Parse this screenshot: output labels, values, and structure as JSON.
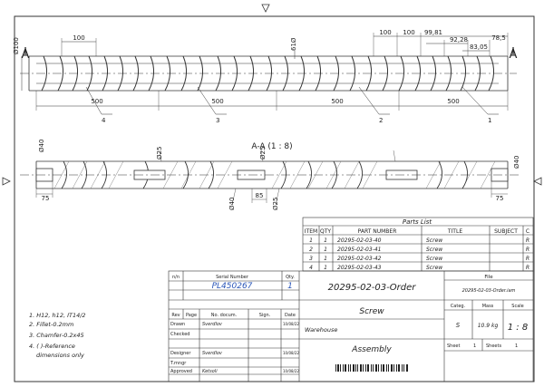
{
  "section_label": "A",
  "section_title": "A-A (1 : 8)",
  "top_dims": {
    "dia_left": "Ø100",
    "pitch_left": "100",
    "dia_mid": "61Ø",
    "right_a": "100",
    "right_b": "100",
    "right_c": "99,81",
    "right_d": "92,28",
    "right_e": "83,05",
    "right_f": "78,5",
    "len_1": "500",
    "len_2": "500",
    "len_3": "500",
    "len_4": "500"
  },
  "callouts": [
    "4",
    "3",
    "2",
    "1"
  ],
  "section_dims": {
    "d40_left": "Ø40",
    "d25_a": "Ø25",
    "d25_b": "Ø25",
    "d40_right": "Ø40",
    "d40_bottom": "Ø40",
    "l75_left": "75",
    "l85": "85",
    "d25_c": "Ø25",
    "l75_right": "75"
  },
  "parts_list": {
    "title": "Parts List",
    "headers": [
      "ITEM",
      "QTY",
      "PART NUMBER",
      "TITLE",
      "SUBJECT",
      "C"
    ],
    "rows": [
      {
        "item": "1",
        "qty": "1",
        "part": "20295-02-03-40",
        "title": "Screw",
        "c": "R"
      },
      {
        "item": "2",
        "qty": "1",
        "part": "20295-02-03-41",
        "title": "Screw",
        "c": "R"
      },
      {
        "item": "3",
        "qty": "1",
        "part": "20295-02-03-42",
        "title": "Screw",
        "c": "R"
      },
      {
        "item": "4",
        "qty": "1",
        "part": "20295-02-03-43",
        "title": "Screw",
        "c": "R"
      }
    ]
  },
  "notes": [
    "1. H12, h12, IT14/2",
    "2. Fillet-0.2mm",
    "3. Chamfer-0.2x45",
    "4. ( )-Reference",
    "dimensions only"
  ],
  "title_block": {
    "np_label": "n/n",
    "serial_label": "Serial Number",
    "qty_label": "Qty.",
    "serial_value": "PL450267",
    "qty_value": "1",
    "drawing_number": "20295-02-03-Order",
    "file_label": "File",
    "file_name": "20295-02-03-Order.iam",
    "rev_label": "Rev",
    "page_label": "Page",
    "doc_label": "No. docum.",
    "sign_label": "Sign.",
    "date_label": "Date",
    "drawn_label": "Drawn",
    "drawn_name": "Sverdlov",
    "drawn_date": "10/08/22",
    "checked_label": "Checked",
    "part_title": "Screw",
    "warehouse": "Warehouse",
    "categ_label": "Categ.",
    "mass_label": "Mass",
    "scale_label": "Scale",
    "categ_value": "S",
    "mass_value": "10.9 kg",
    "scale_value": "1 : 8",
    "designer_label": "Designer",
    "designer_name": "Sverdlov",
    "designer_date": "10/08/22",
    "tmngr_label": "T.mngr",
    "approved_label": "Approved",
    "approved_name": "Ketsoli",
    "approved_date": "10/08/22",
    "assembly": "Assembly",
    "sheet_label": "Sheet",
    "sheet_value": "1",
    "sheets_label": "Sheets",
    "sheets_value": "1"
  }
}
